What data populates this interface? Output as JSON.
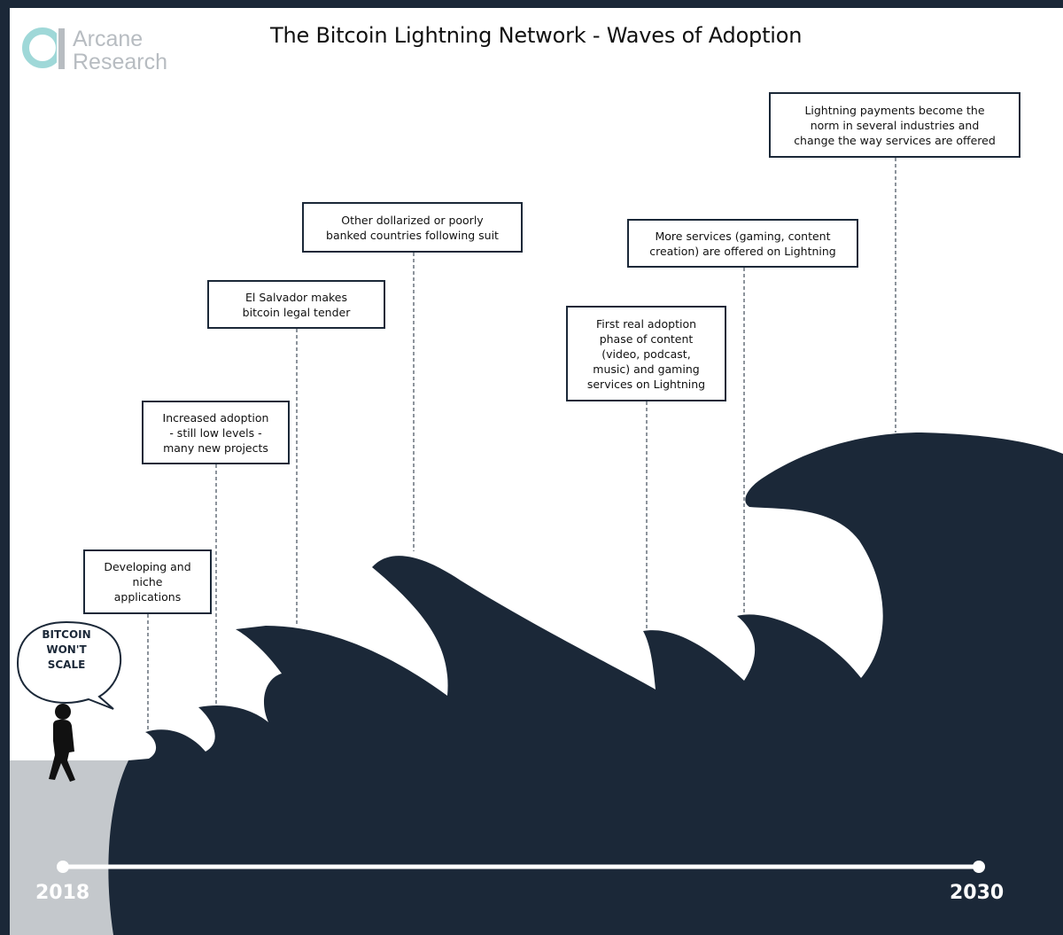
{
  "header": {
    "title": "The Bitcoin Lightning Network - Waves of Adoption",
    "logo_text": "Arcane\nResearch"
  },
  "speech_bubble": {
    "text": "BITCOIN\nWON'T\nSCALE"
  },
  "milestones": [
    {
      "text": "Developing and\nniche\napplications"
    },
    {
      "text": "Increased adoption\n- still low levels -\nmany new projects"
    },
    {
      "text": "El Salvador makes\nbitcoin legal tender"
    },
    {
      "text": "Other dollarized or poorly\nbanked countries following suit"
    },
    {
      "text": "First real adoption\nphase of content\n(video, podcast,\nmusic) and gaming\nservices on Lightning"
    },
    {
      "text": "More services (gaming, content\ncreation) are offered on Lightning"
    },
    {
      "text": "Lightning payments become the\nnorm in several industries and\nchange the way services are offered"
    }
  ],
  "timeline": {
    "start": "2018",
    "end": "2030"
  },
  "colors": {
    "wave": "#1b2838",
    "ground": "#c4c8cc",
    "logo_accent": "#9fd8d8",
    "logo_text": "#b7bcc1"
  }
}
